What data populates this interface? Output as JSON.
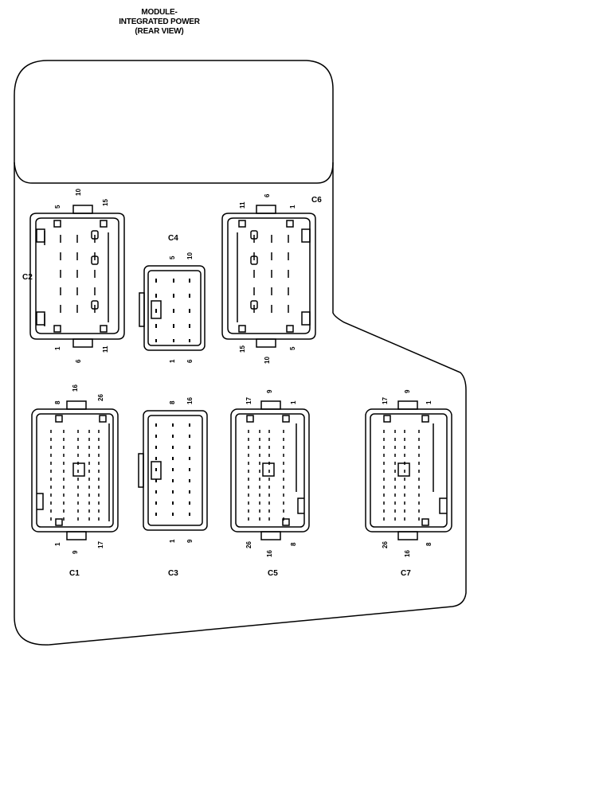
{
  "title": {
    "line1": "MODULE-",
    "line2": "INTEGRATED POWER",
    "line3": "(REAR VIEW)"
  },
  "connectors": {
    "c1": {
      "name": "C1",
      "pins": [
        "8",
        "16",
        "26",
        "1",
        "9",
        "17"
      ]
    },
    "c2": {
      "name": "C2",
      "pins": [
        "5",
        "10",
        "15",
        "1",
        "6",
        "11"
      ]
    },
    "c3": {
      "name": "C3",
      "pins": [
        "8",
        "16",
        "1",
        "9"
      ]
    },
    "c4": {
      "name": "C4",
      "pins": [
        "5",
        "10",
        "1",
        "6"
      ]
    },
    "c5": {
      "name": "C5",
      "pins": [
        "17",
        "9",
        "1",
        "26",
        "16",
        "8"
      ]
    },
    "c6": {
      "name": "C6",
      "pins": [
        "11",
        "6",
        "1",
        "15",
        "10",
        "5"
      ]
    },
    "c7": {
      "name": "C7",
      "pins": [
        "17",
        "9",
        "1",
        "26",
        "16",
        "8"
      ]
    }
  }
}
